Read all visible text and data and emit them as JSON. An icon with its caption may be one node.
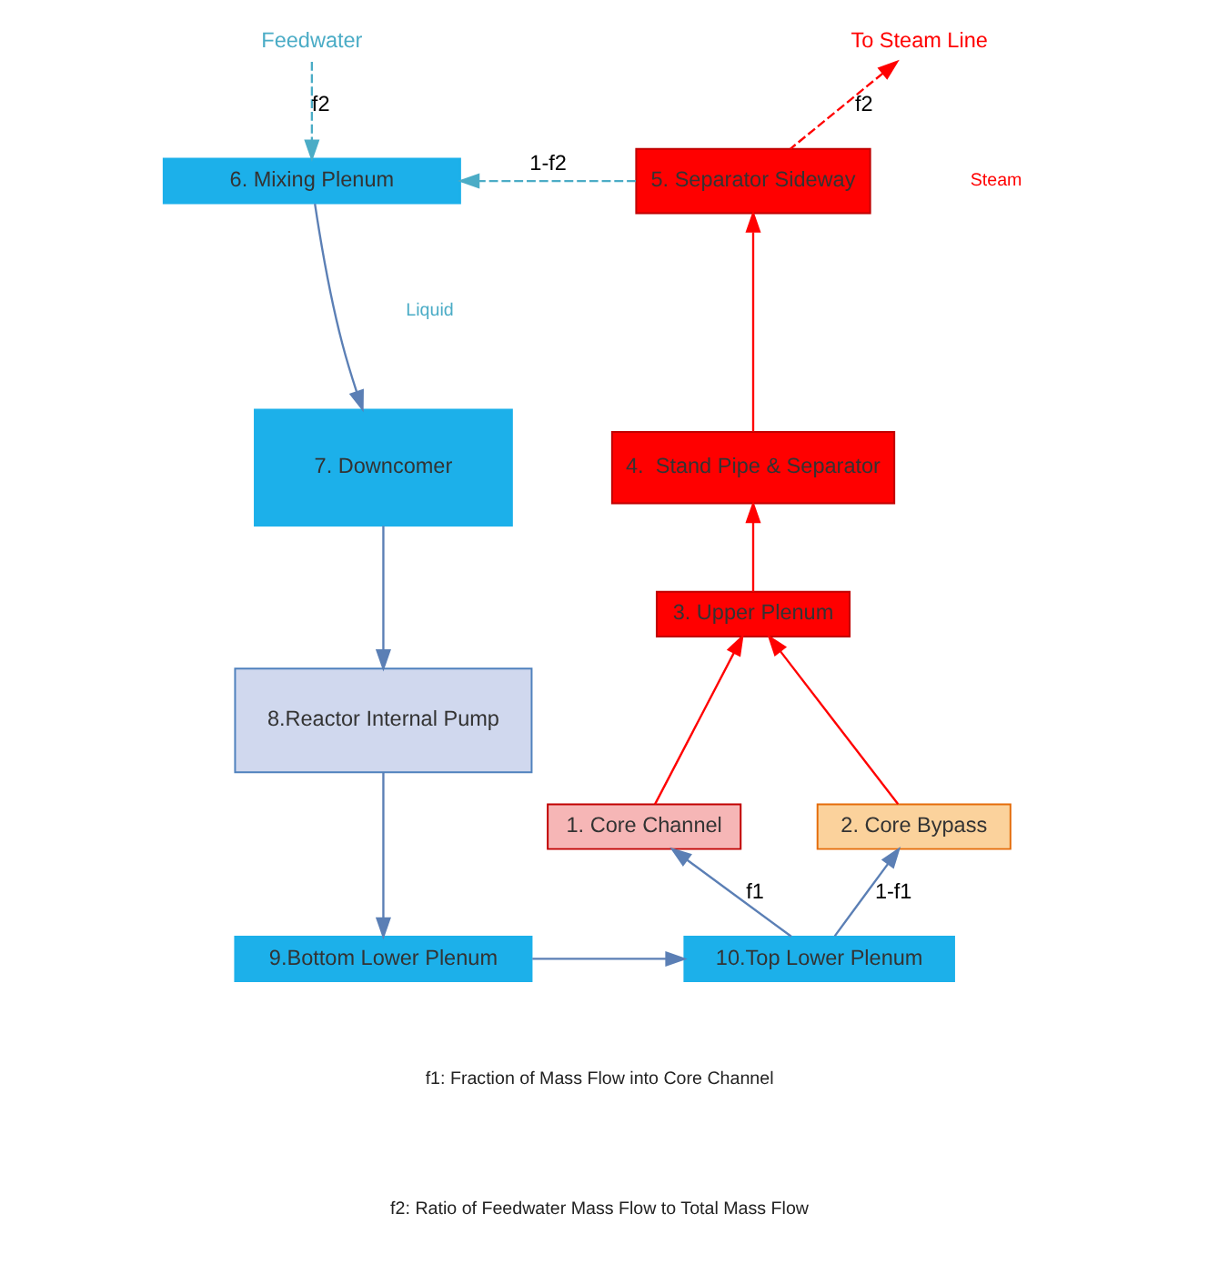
{
  "diagram": {
    "nodes": [
      {
        "text": [
          "Feedwater"
        ]
      },
      {
        "text": [
          "To Steam Line"
        ]
      },
      {
        "text": [
          "6. Mixing Plenum"
        ]
      },
      {
        "text": [
          "5. Separator Sideway"
        ]
      },
      {
        "text": [
          "4.  Stand Pipe & Separator"
        ]
      },
      {
        "text": [
          "7. Downcomer"
        ]
      },
      {
        "text": [
          "3. Upper Plenum"
        ]
      },
      {
        "text": [
          "8.Reactor Internal Pump"
        ]
      },
      {
        "text": [
          "1. Core Channel"
        ]
      },
      {
        "text": [
          "2. Core Bypass"
        ]
      },
      {
        "text": [
          "9.Bottom Lower Plenum"
        ]
      },
      {
        "text": [
          "10.Top Lower Plenum"
        ]
      }
    ],
    "edges": [
      {
        "from": 0,
        "to": 2,
        "arrow": "to",
        "label": "f2",
        "style": "dashed",
        "color": "#4bacc6"
      },
      {
        "from": 3,
        "to": 1,
        "arrow": "to",
        "label": "f2",
        "style": "dashed",
        "color": "#ff0000"
      },
      {
        "from": 3,
        "to": 2,
        "arrow": "to",
        "label": "1-f2",
        "style": "dashed",
        "color": "#4bacc6"
      },
      {
        "from": 2,
        "to": 5,
        "arrow": "to"
      },
      {
        "from": 5,
        "to": 7,
        "arrow": "to"
      },
      {
        "from": 7,
        "to": 10,
        "arrow": "to"
      },
      {
        "from": 10,
        "to": 11,
        "arrow": "to"
      },
      {
        "from": 11,
        "to": 8,
        "arrow": "to",
        "label": "f1"
      },
      {
        "from": 11,
        "to": 9,
        "arrow": "to",
        "label": "1-f1"
      },
      {
        "from": 8,
        "to": 6,
        "arrow": "to",
        "color": "#ff0000"
      },
      {
        "from": 9,
        "to": 6,
        "arrow": "to",
        "color": "#ff0000"
      },
      {
        "from": 6,
        "to": 4,
        "arrow": "to",
        "color": "#ff0000"
      },
      {
        "from": 4,
        "to": 3,
        "arrow": "to",
        "color": "#ff0000"
      }
    ],
    "labels": [
      "Steam",
      "Liquid",
      "f1: Fraction of Mass Flow into Core Channel",
      "f2: Ratio of Feedwater Mass Flow to Total Mass Flow"
    ]
  }
}
